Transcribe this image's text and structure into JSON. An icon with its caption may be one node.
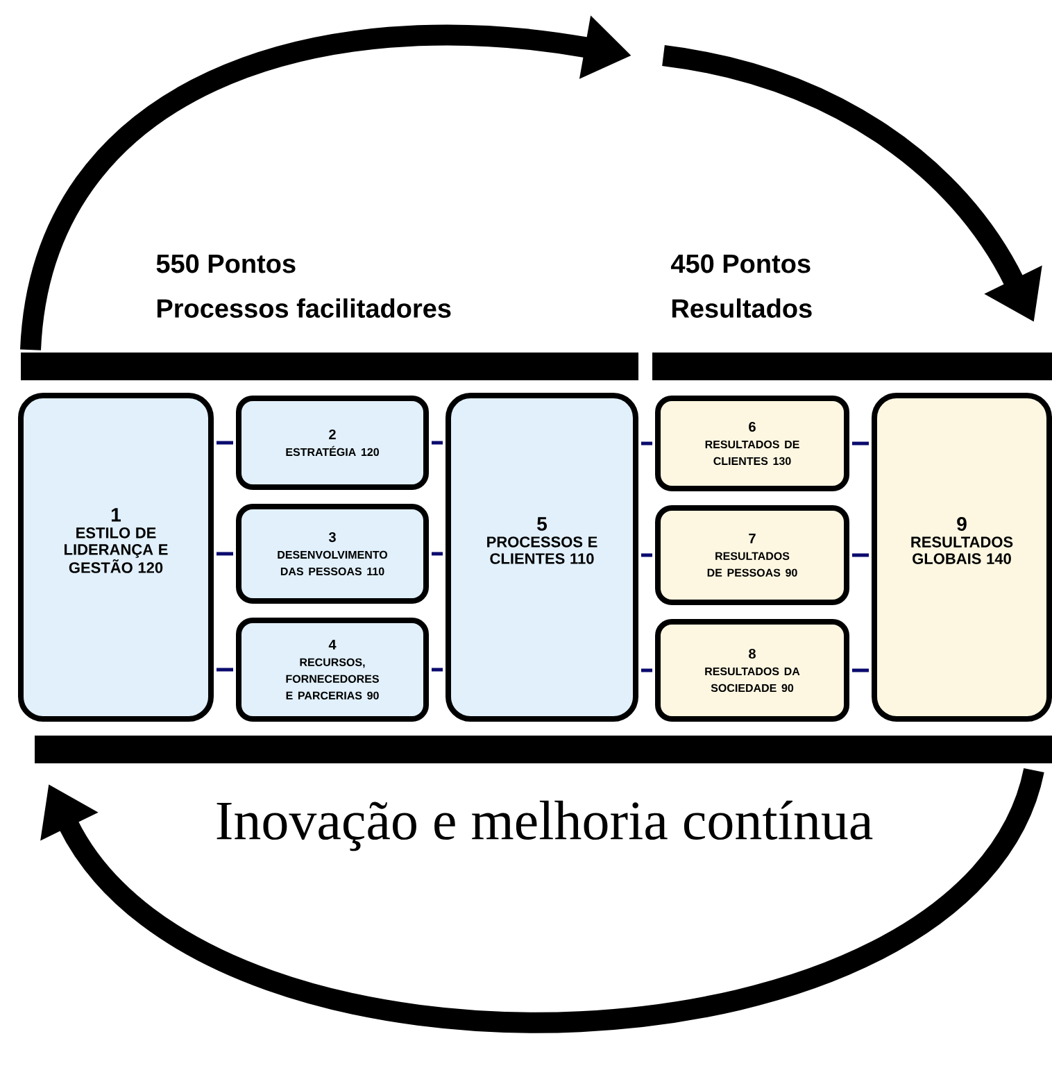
{
  "diagram": {
    "nodes": [
      {
        "text": [
          "1",
          "ESTILO DE LIDERANÇA E GESTÃO 120"
        ]
      },
      {
        "text": [
          "2",
          "ESTRATÉGIA 120"
        ]
      },
      {
        "text": [
          "3",
          "DESENVOLVIMENTO DAS PESSOAS 110"
        ]
      },
      {
        "text": [
          "4",
          "RECURSOS, FORNECEDORES E PARCERIAS 90"
        ]
      },
      {
        "text": [
          "5",
          "PROCESSOS E CLIENTES 110"
        ]
      },
      {
        "text": [
          "6",
          "RESULTADOS DE CLIENTES 130"
        ]
      },
      {
        "text": [
          "7",
          "RESULTADOS DE PESSOAS 90"
        ]
      },
      {
        "text": [
          "8",
          "RESULTADOS DA SOCIEDADE 90"
        ]
      },
      {
        "text": [
          "9",
          "RESULTADOS GLOBAIS 140"
        ]
      }
    ],
    "edges": [
      {
        "from": 0,
        "to": 1,
        "arrow": "none"
      },
      {
        "from": 0,
        "to": 2,
        "arrow": "none"
      },
      {
        "from": 0,
        "to": 3,
        "arrow": "none"
      },
      {
        "from": 1,
        "to": 4,
        "arrow": "none"
      },
      {
        "from": 2,
        "to": 4,
        "arrow": "none"
      },
      {
        "from": 3,
        "to": 4,
        "arrow": "none"
      },
      {
        "from": 4,
        "to": 5,
        "arrow": "none"
      },
      {
        "from": 4,
        "to": 6,
        "arrow": "none"
      },
      {
        "from": 4,
        "to": 7,
        "arrow": "none"
      },
      {
        "from": 5,
        "to": 8,
        "arrow": "none"
      },
      {
        "from": 6,
        "to": 8,
        "arrow": "none"
      },
      {
        "from": 7,
        "to": 8,
        "arrow": "none"
      }
    ],
    "labels": [
      "550 Pontos",
      "Processos facilitadores",
      "450 Pontos",
      "Resultados",
      "Inovação e melhoria contínua"
    ]
  }
}
